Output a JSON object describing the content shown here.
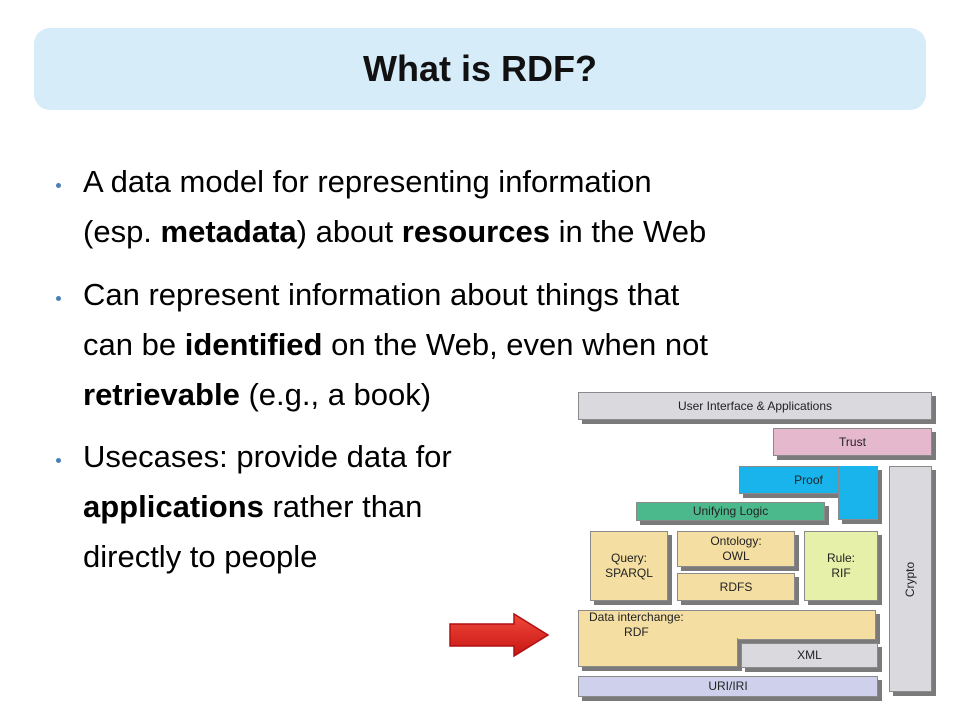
{
  "slide": {
    "title": "What is RDF?"
  },
  "bullets": [
    {
      "lines": [
        [
          {
            "t": "A data model for representing information",
            "b": false
          }
        ],
        [
          {
            "t": "(esp. ",
            "b": false
          },
          {
            "t": "metadata",
            "b": true
          },
          {
            "t": ") about ",
            "b": false
          },
          {
            "t": "resources",
            "b": true
          },
          {
            "t": " in the Web",
            "b": false
          }
        ]
      ]
    },
    {
      "lines": [
        [
          {
            "t": "Can represent information about things that",
            "b": false
          }
        ],
        [
          {
            "t": "can be ",
            "b": false
          },
          {
            "t": "identified",
            "b": true
          },
          {
            "t": " on the Web, even when not",
            "b": false
          }
        ],
        [
          {
            "t": "retrievable",
            "b": true
          },
          {
            "t": " (e.g., a book)",
            "b": false
          }
        ]
      ]
    },
    {
      "lines": [
        [
          {
            "t": "Usecases: provide data for",
            "b": false
          }
        ],
        [
          {
            "t": "applications",
            "b": true
          },
          {
            "t": " rather than",
            "b": false
          }
        ],
        [
          {
            "t": "directly to people",
            "b": false
          }
        ]
      ]
    }
  ],
  "stack": {
    "user_interface": "User Interface & Applications",
    "trust": "Trust",
    "proof": "Proof",
    "unifying_logic": "Unifying Logic",
    "query": "Query:\nSPARQL",
    "ontology": "Ontology:\nOWL",
    "rule": "Rule:\nRIF",
    "rdfs": "RDFS",
    "crypto": "Crypto",
    "data_interchange": "Data interchange:\nRDF",
    "xml": "XML",
    "uri": "URI/IRI"
  },
  "colors": {
    "title_bg": "#d6ecf9",
    "bullet_dot": "#4a7fb5",
    "gray_layer": "#d9d9de",
    "trust": "#e6b8cd",
    "proof": "#19b4ec",
    "unifying_logic": "#4cb98d",
    "tan": "#f4dea2",
    "rule": "#e6f0a8",
    "uri": "#cfd0ec",
    "arrow": "#e32626"
  }
}
